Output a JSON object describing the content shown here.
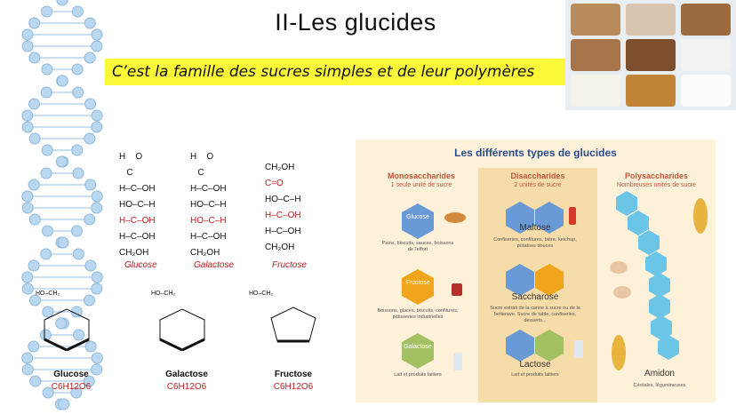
{
  "header": {
    "title": "II-Les glucides",
    "subtitle": "C’est la famille des sucres simples et de leur polymères"
  },
  "linear_structures": [
    {
      "name": "Glucose",
      "lines": [
        "H    O",
        "   C",
        "H–C–OH",
        "HO–C–H",
        "H–C–OH",
        "H–C–OH",
        "CH₂OH"
      ]
    },
    {
      "name": "Galactose",
      "lines": [
        "H    O",
        "   C",
        "H–C–OH",
        "HO–C–H",
        "HO–C–H",
        "H–C–OH",
        "CH₂OH"
      ]
    },
    {
      "name": "Fructose",
      "lines": [
        "CH₂OH",
        "C=O",
        "HO–C–H",
        "H–C–OH",
        "H–C–OH",
        "CH₂OH"
      ]
    }
  ],
  "cyclic_structures": [
    {
      "name": "Glucose",
      "formula": "C6H12O6"
    },
    {
      "name": "Galactose",
      "formula": "C6H12O6"
    },
    {
      "name": "Fructose",
      "formula": "C6H12O6"
    }
  ],
  "infographic": {
    "title": "Les différents types de glucides",
    "columns": [
      {
        "head": "Monosaccharides",
        "sub": "1 seule unité de sucre"
      },
      {
        "head": "Disaccharides",
        "sub": "2 unités de sucre"
      },
      {
        "head": "Polysaccharides",
        "sub": "Nombreuses unités de sucre"
      }
    ],
    "mono": [
      {
        "label": "Glucose",
        "color": "#6a9ad6",
        "note": "Pains, biscuits, sauces, boissons de l'effort"
      },
      {
        "label": "Fructose",
        "color": "#f0a51c",
        "note": "Boissons, glaces, biscuits, confitures, pâtisseries industrielles"
      },
      {
        "label": "Galactose",
        "color": "#a3c163",
        "note": "Lait et produits laitiers"
      }
    ],
    "di": [
      {
        "name": "Maltose",
        "note": "Confiseries, confitures, bière, ketchup, potatoes douces"
      },
      {
        "name": "Saccharose",
        "note": "Sucre extrait de la canne à sucre ou de la betterave. Sucre de table, confiseries, desserts..."
      },
      {
        "name": "Lactose",
        "note": "Lait et produits laitiers"
      }
    ],
    "poly": {
      "name": "Amidon",
      "note": "Céréales, légumineuses"
    }
  }
}
